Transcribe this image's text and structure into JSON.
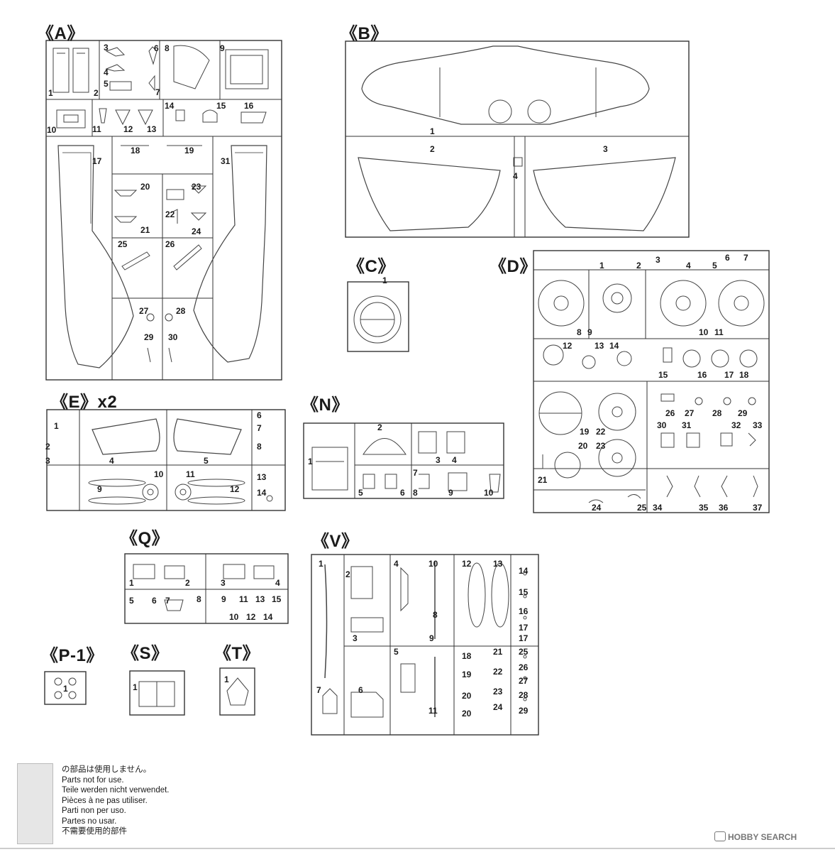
{
  "sprues": [
    {
      "id": "A",
      "label": "《A》"
    },
    {
      "id": "B",
      "label": "《B》"
    },
    {
      "id": "C",
      "label": "《C》"
    },
    {
      "id": "D",
      "label": "《D》"
    },
    {
      "id": "E",
      "label": "《E》x2"
    },
    {
      "id": "N",
      "label": "《N》"
    },
    {
      "id": "Q",
      "label": "《Q》"
    },
    {
      "id": "V",
      "label": "《V》"
    },
    {
      "id": "P1",
      "label": "《P-1》"
    },
    {
      "id": "S",
      "label": "《S》"
    },
    {
      "id": "T",
      "label": "《T》"
    }
  ],
  "part_numbers": {
    "A": [
      "1",
      "2",
      "3",
      "4",
      "5",
      "6",
      "7",
      "8",
      "9",
      "10",
      "11",
      "12",
      "13",
      "14",
      "15",
      "16",
      "17",
      "18",
      "19",
      "20",
      "21",
      "22",
      "23",
      "24",
      "25",
      "26",
      "27",
      "28",
      "29",
      "30",
      "31"
    ],
    "B": [
      "1",
      "2",
      "3",
      "4"
    ],
    "C": [
      "1"
    ],
    "D": [
      "1",
      "2",
      "3",
      "4",
      "5",
      "6",
      "7",
      "8",
      "9",
      "10",
      "11",
      "12",
      "13",
      "14",
      "15",
      "16",
      "17",
      "18",
      "19",
      "20",
      "21",
      "22",
      "23",
      "24",
      "25",
      "26",
      "27",
      "28",
      "29",
      "30",
      "31",
      "32",
      "33",
      "34",
      "35",
      "36",
      "37"
    ],
    "E": [
      "1",
      "2",
      "3",
      "4",
      "5",
      "6",
      "7",
      "8",
      "9",
      "10",
      "11",
      "12",
      "13",
      "14"
    ],
    "N": [
      "1",
      "2",
      "3",
      "4",
      "5",
      "6",
      "7",
      "8",
      "9",
      "10"
    ],
    "Q": [
      "1",
      "2",
      "3",
      "4",
      "5",
      "6",
      "7",
      "8",
      "9",
      "10",
      "11",
      "12",
      "13",
      "14",
      "15"
    ],
    "V": [
      "1",
      "2",
      "3",
      "4",
      "5",
      "6",
      "7",
      "8",
      "9",
      "10",
      "11",
      "12",
      "13",
      "14",
      "15",
      "16",
      "17",
      "17",
      "18",
      "19",
      "20",
      "20",
      "21",
      "22",
      "23",
      "24",
      "25",
      "26",
      "27",
      "28",
      "29"
    ],
    "P1": [
      "1"
    ],
    "S": [
      "1"
    ],
    "T": [
      "1"
    ]
  },
  "legend": {
    "swatch_color": "#e6e6e6",
    "lines": [
      "の部品は使用しません。",
      "Parts not for use.",
      "Teile werden nicht verwendet.",
      "Pièces à ne pas utiliser.",
      "Parti non per uso.",
      "Partes no usar.",
      "不需要使用的部件"
    ]
  },
  "watermark": "HOBBY SEARCH"
}
